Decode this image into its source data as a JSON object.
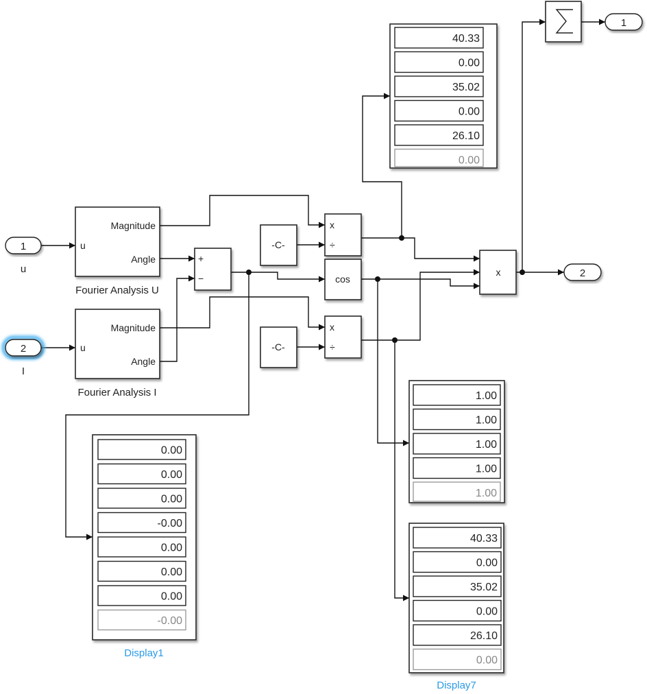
{
  "diagram": {
    "inports": [
      {
        "number": "1",
        "label": "u",
        "selected": false
      },
      {
        "number": "2",
        "label": "I",
        "selected": true
      }
    ],
    "outports": [
      {
        "number": "1"
      },
      {
        "number": "2"
      }
    ],
    "fourier_u": {
      "name": "Fourier Analysis U",
      "in_port": "u",
      "out_ports": [
        "Magnitude",
        "Angle"
      ]
    },
    "fourier_i": {
      "name": "Fourier Analysis I",
      "in_port": "u",
      "out_ports": [
        "Magnitude",
        "Angle"
      ]
    },
    "sum_block": {
      "signs": [
        "+",
        "−"
      ]
    },
    "const_top": {
      "label": "-C-"
    },
    "const_bottom": {
      "label": "-C-"
    },
    "divide_top": {
      "ports": [
        "x",
        "÷"
      ]
    },
    "divide_bottom": {
      "ports": [
        "x",
        "÷"
      ]
    },
    "cos_block": {
      "label": "cos"
    },
    "product_block": {
      "label": "x"
    },
    "sum_elements": {
      "symbol": "∑"
    },
    "display_top": {
      "name": "",
      "values": [
        "40.33",
        "0.00",
        "35.02",
        "0.00",
        "26.10",
        "0.00"
      ]
    },
    "display_mid": {
      "name": "",
      "values": [
        "1.00",
        "1.00",
        "1.00",
        "1.00",
        "1.00"
      ]
    },
    "display1": {
      "name": "Display1",
      "values": [
        "0.00",
        "0.00",
        "0.00",
        "-0.00",
        "0.00",
        "0.00",
        "0.00",
        "-0.00"
      ]
    },
    "display7": {
      "name": "Display7",
      "values": [
        "40.33",
        "0.00",
        "35.02",
        "0.00",
        "26.10",
        "0.00"
      ]
    },
    "colors": {
      "selection_glow": "#4db3f0",
      "display_label": "#2a9ae6"
    }
  }
}
